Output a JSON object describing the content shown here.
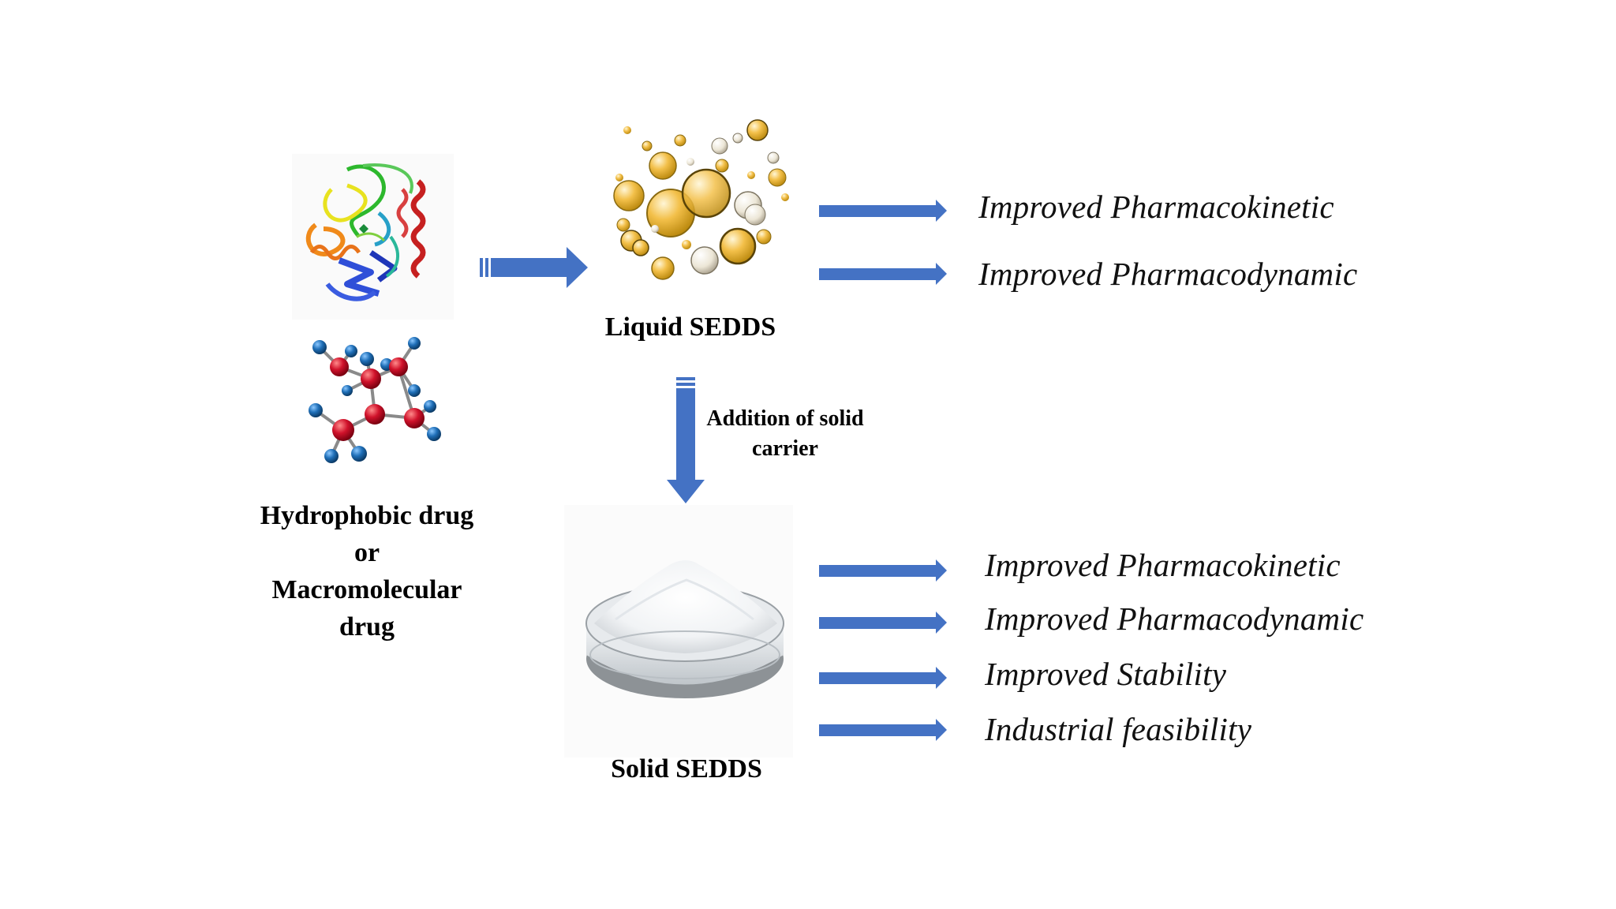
{
  "title": "",
  "source": {
    "label_lines": [
      "Hydrophobic drug",
      "or",
      "Macromolecular",
      "drug"
    ],
    "protein_icon": "protein-ribbon-structure-icon",
    "molecule_icon": "ball-and-stick-molecule-icon"
  },
  "liquid": {
    "label": "Liquid SEDDS",
    "icon": "oil-droplets-icon",
    "benefits": [
      "Improved Pharmacokinetic",
      "Improved Pharmacodynamic"
    ]
  },
  "transition": {
    "label_lines": [
      "Addition of solid",
      "carrier"
    ]
  },
  "solid": {
    "label": "Solid SEDDS",
    "icon": "powder-petri-dish-icon",
    "benefits": [
      "Improved Pharmacokinetic",
      "Improved Pharmacodynamic",
      "Improved Stability",
      "Industrial feasibility"
    ]
  },
  "colors": {
    "arrow": "#4472c4",
    "droplet": "#f0b429",
    "atom_red": "#d0122b",
    "atom_blue": "#1f6fb8"
  }
}
